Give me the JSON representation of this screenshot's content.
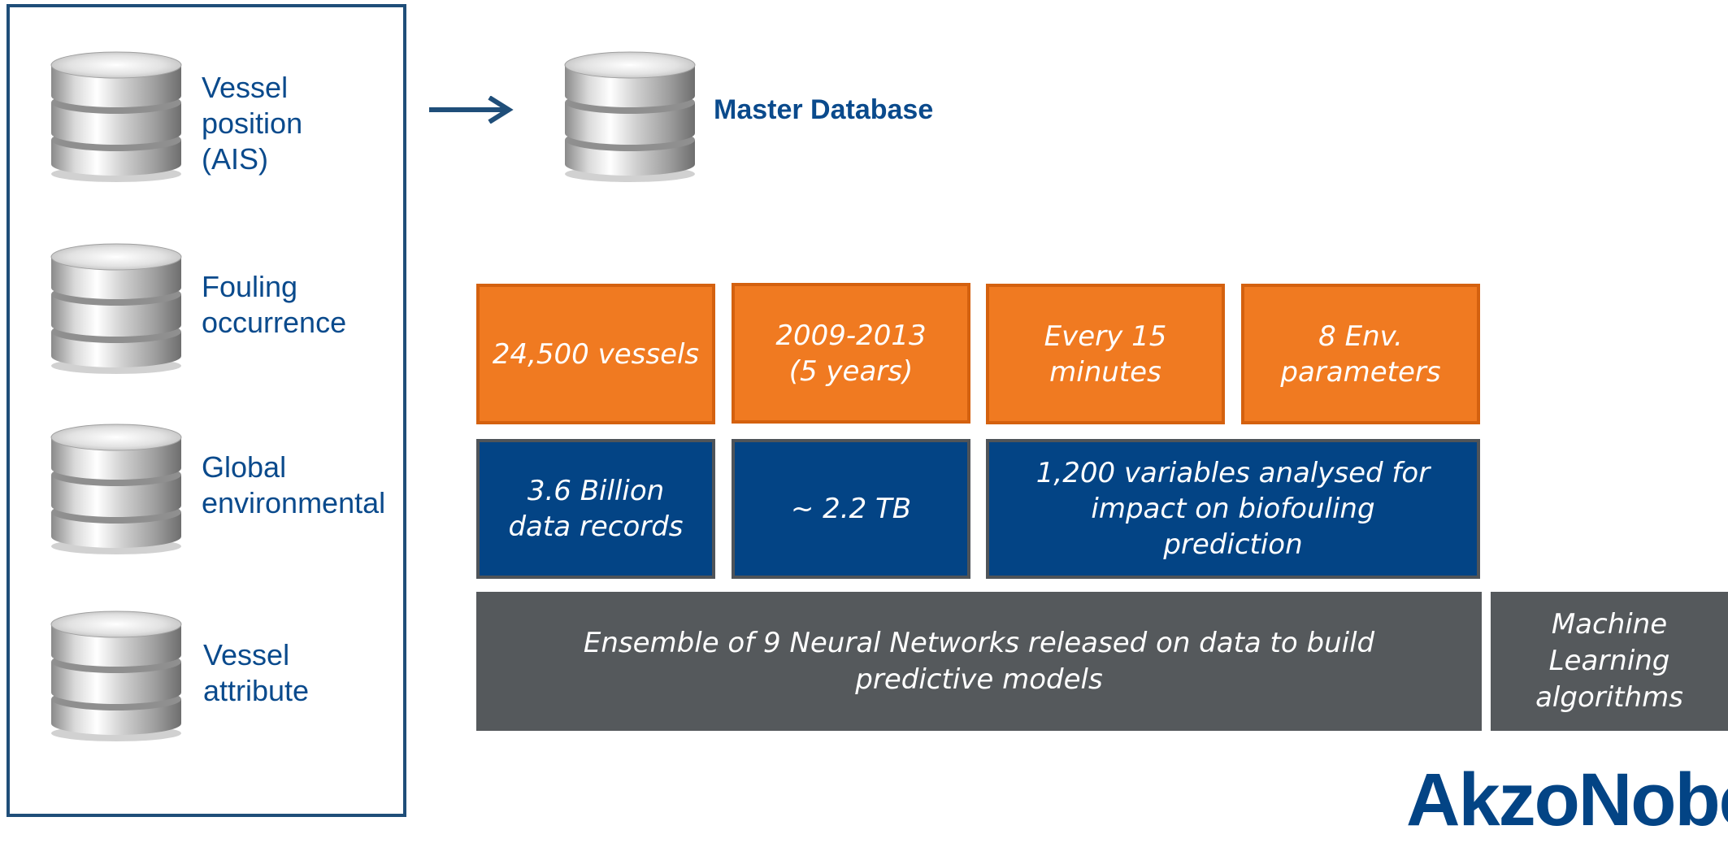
{
  "sources": [
    {
      "label": "Vessel\nposition\n(AIS)"
    },
    {
      "label": "Fouling\noccurrence"
    },
    {
      "label": "Global\nenvironmental"
    },
    {
      "label": "Vessel\nattribute"
    }
  ],
  "master": {
    "label": "Master Database"
  },
  "stats_orange": [
    {
      "text": "24,500 vessels"
    },
    {
      "text": "2009-2013\n(5 years)"
    },
    {
      "text": "Every 15\nminutes"
    },
    {
      "text": "8 Env.\nparameters"
    }
  ],
  "stats_blue": [
    {
      "text": "3.6 Billion\ndata records"
    },
    {
      "text": "~ 2.2 TB"
    },
    {
      "text": "1,200 variables analysed for\nimpact on biofouling\nprediction"
    }
  ],
  "model": {
    "text": "Ensemble of 9 Neural Networks released on data to build\npredictive models",
    "side_label": "Machine\nLearning\nalgorithms"
  },
  "logo": {
    "text": "AkzoNobel"
  },
  "colors": {
    "orange": "#f07a21",
    "blue": "#034485",
    "gray": "#55595c",
    "label_blue": "#0a4a8c"
  },
  "icons": {
    "database": "database-icon",
    "arrow": "arrow-right-icon"
  }
}
